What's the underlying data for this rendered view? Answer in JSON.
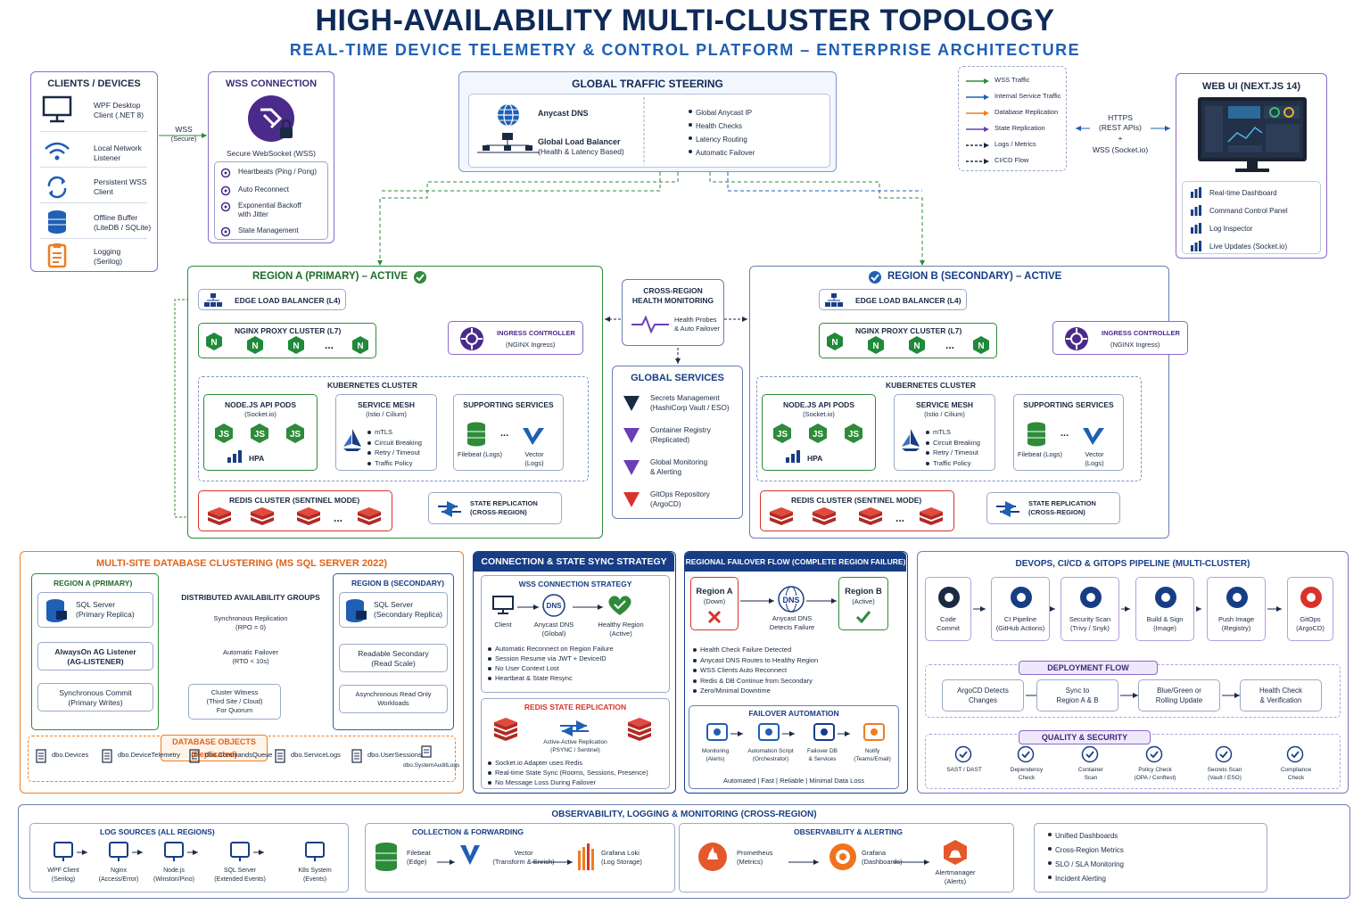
{
  "header": {
    "title": "HIGH-AVAILABILITY MULTI-CLUSTER TOPOLOGY",
    "subtitle": "REAL-TIME DEVICE TELEMETRY & CONTROL PLATFORM – ENTERPRISE ARCHITECTURE"
  },
  "clients": {
    "title": "CLIENTS / DEVICES",
    "items": [
      {
        "label": "WPF Desktop\nClient (.NET 8)",
        "icon": "desktop-monitor-icon"
      },
      {
        "label": "Local Network\nListener",
        "icon": "wifi-icon"
      },
      {
        "label": "Persistent WSS\nClient",
        "icon": "sync-icon"
      },
      {
        "label": "Offline Buffer\n(LiteDB / SQLite)",
        "icon": "database-icon"
      },
      {
        "label": "Logging\n(Serilog)",
        "icon": "clipboard-icon"
      }
    ]
  },
  "wss_link": {
    "label": "WSS",
    "sub": "(Secure)"
  },
  "wss_conn": {
    "title": "WSS CONNECTION",
    "main": "Secure WebSocket (WSS)",
    "items": [
      "Heartbeats (Ping / Pong)",
      "Auto Reconnect",
      "Exponential Backoff\nwith Jitter",
      "State Management"
    ]
  },
  "gts": {
    "title": "GLOBAL TRAFFIC STEERING",
    "dns": "Anycast DNS",
    "glb": "Global Load Balancer",
    "glb_sub": "(Health & Latency Based)",
    "bullets": [
      "Global Anycast IP",
      "Health Checks",
      "Latency Routing",
      "Automatic Failover"
    ]
  },
  "legend": {
    "items": [
      {
        "label": "WSS Traffic",
        "color": "#2e8b3a"
      },
      {
        "label": "Internal Service Traffic",
        "color": "#1f5fb5"
      },
      {
        "label": "Database Replication",
        "color": "#ee7d22"
      },
      {
        "label": "State Replication",
        "color": "#6a3fb5"
      },
      {
        "label": "Logs / Metrics",
        "color": "#1a2a44"
      },
      {
        "label": "CI/CD Flow",
        "color": "#1a2a44"
      }
    ]
  },
  "https_link": {
    "l1": "HTTPS",
    "l2": "(REST APIs)",
    "l3": "+",
    "l4": "WSS (Socket.io)"
  },
  "webui": {
    "title": "WEB UI (NEXT.JS 14)",
    "items": [
      "Real-time Dashboard",
      "Command Control Panel",
      "Log Inspector",
      "Live Updates (Socket.io)"
    ]
  },
  "regionA": {
    "title": "REGION A (PRIMARY)  –  ACTIVE",
    "elb": "EDGE LOAD BALANCER (L4)",
    "nginx": "NGINX PROXY CLUSTER (L7)",
    "ingress": "INGRESS CONTROLLER",
    "ingress_sub": "(NGINX Ingress)",
    "k8s": "KUBERNETES CLUSTER",
    "node": "NODE.JS API PODS",
    "node_sub": "(Socket.io)",
    "hpa": "HPA",
    "mesh": "SERVICE MESH",
    "mesh_sub": "(Istio / Cilium)",
    "mesh_items": [
      "mTLS",
      "Circuit Breaking",
      "Retry / Timeout",
      "Traffic Policy"
    ],
    "support": "SUPPORTING SERVICES",
    "filebeat": "Filebeat (Logs)",
    "vector": "Vector\n(Logs)",
    "redis": "REDIS CLUSTER (SENTINEL MODE)",
    "staterep": "STATE REPLICATION\n(CROSS-REGION)",
    "dots": "..."
  },
  "regionB": {
    "title": "REGION B (SECONDARY) – ACTIVE",
    "elb": "EDGE LOAD BALANCER (L4)",
    "nginx": "NGINX PROXY CLUSTER (L7)",
    "ingress": "INGRESS CONTROLLER",
    "ingress_sub": "(NGINX Ingress)",
    "k8s": "KUBERNETES CLUSTER",
    "node": "NODE.JS API PODS",
    "node_sub": "(Socket.io)",
    "hpa": "HPA",
    "mesh": "SERVICE MESH",
    "mesh_sub": "(Istio / Cilium)",
    "mesh_items": [
      "mTLS",
      "Circuit Breaking",
      "Retry / Timeout",
      "Traffic Policy"
    ],
    "support": "SUPPORTING SERVICES",
    "filebeat": "Filebeat (Logs)",
    "vector": "Vector\n(Logs)",
    "redis": "REDIS CLUSTER (SENTINEL MODE)",
    "staterep": "STATE REPLICATION\n(CROSS-REGION)",
    "dots": "..."
  },
  "crh": {
    "title": "CROSS-REGION\nHEALTH MONITORING",
    "sub": "Health Probes\n& Auto Failover"
  },
  "gsvc": {
    "title": "GLOBAL SERVICES",
    "items": [
      "Secrets Management\n(HashiCorp Vault / ESO)",
      "Container Registry\n(Replicated)",
      "Global Monitoring\n& Alerting",
      "GitOps Repository\n(ArgoCD)"
    ]
  },
  "db": {
    "title": "MULTI-SITE DATABASE CLUSTERING (MS SQL SERVER 2022)",
    "a_title": "REGION A (PRIMARY)",
    "a_sql": "SQL Server\n(Primary Replica)",
    "a_ag": "AlwaysOn AG Listener\n(AG-LISTENER)",
    "a_commit": "Synchronous Commit\n(Primary Writes)",
    "dag": "DISTRIBUTED AVAILABILITY GROUPS",
    "sync": "Synchronous Replication\n(RPO = 0)",
    "fail": "Automatic Failover\n(RTO < 10s)",
    "witness": "Cluster Witness\n(Third Site / Cloud)\nFor Quorum",
    "b_title": "REGION B (SECONDARY)",
    "b_sql": "SQL Server\n(Secondary Replica)",
    "b_read": "Readable Secondary\n(Read Scale)",
    "b_async": "Asynchronous Read Only\nWorkloads",
    "objects_title": "DATABASE OBJECTS (Replicated)",
    "objects": [
      "dbo.Devices",
      "dbo.DeviceTelemetry",
      "dbo.CommandsQueue",
      "dbo.ServiceLogs",
      "dbo.UserSessions",
      "dbo.SystemAuditLogs"
    ]
  },
  "sync": {
    "title": "CONNECTION & STATE SYNC STRATEGY",
    "wss_title": "WSS CONNECTION STRATEGY",
    "client": "Client",
    "dns": "Anycast DNS\n(Global)",
    "healthy": "Healthy Region\n(Active)",
    "bullets1": [
      "Automatic Reconnect on Region Failure",
      "Session Resume via JWT + DeviceID",
      "No User Context Lost",
      "Heartbeat & State Resync"
    ],
    "redis_title": "REDIS STATE REPLICATION",
    "aa": "Active-Active Replication\n(PSYNC / Sentinel)",
    "bullets2": [
      "Socket.io Adapter uses Redis",
      "Real-time State Sync (Rooms, Sessions, Presence)",
      "No Message Loss During Failover"
    ]
  },
  "failover": {
    "title": "REGIONAL FAILOVER FLOW (COMPLETE REGION FAILURE)",
    "ra": "Region A",
    "ra_sub": "(Down)",
    "dns": "Anycast DNS\nDetects Failure",
    "rb": "Region B",
    "rb_sub": "(Active)",
    "bullets": [
      "Health Check Failure Detected",
      "Anycast DNS Routes to Healthy Region",
      "WSS Clients Auto Reconnect",
      "Redis & DB Continue from Secondary",
      "Zero/Minimal Downtime"
    ],
    "auto_title": "FAILOVER AUTOMATION",
    "steps": [
      "Monitoring\n(Alerts)",
      "Automation Script\n(Orchestrator)",
      "Failover DB\n& Services",
      "Notify\n(Teams/Email)"
    ],
    "footer": "Automated  |  Fast  |  Reliable  |  Minimal Data Loss"
  },
  "devops": {
    "title": "DEVOPS, CI/CD & GITOPS PIPELINE   (MULTI-CLUSTER)",
    "steps": [
      "Code\nCommit",
      "CI Pipeline\n(GitHub Actions)",
      "Security Scan\n(Trivy / Snyk)",
      "Build & Sign\n(Image)",
      "Push Image\n(Registry)",
      "GitOps\n(ArgoCD)"
    ],
    "deploy_title": "DEPLOYMENT FLOW",
    "deploy": [
      "ArgoCD Detects\nChanges",
      "Sync to\nRegion A & B",
      "Blue/Green or\nRolling Update",
      "Health Check\n& Verification"
    ],
    "qs_title": "QUALITY & SECURITY",
    "qs": [
      "SAST / DAST",
      "Dependency\nCheck",
      "Container\nScan",
      "Policy Check\n(OPA / Conftest)",
      "Secrets Scan\n(Vault / ESO)",
      "Compliance\nCheck"
    ]
  },
  "obs": {
    "title": "OBSERVABILITY, LOGGING & MONITORING (CROSS-REGION)",
    "src_title": "LOG SOURCES (ALL REGIONS)",
    "sources": [
      "WPF Client\n(Serilog)",
      "Nginx\n(Access/Error)",
      "Node.js\n(Winston/Pino)",
      "SQL Server\n(Extended Events)",
      "K8s System\n(Events)"
    ],
    "col_title": "COLLECTION & FORWARDING",
    "filebeat": "Filebeat\n(Edge)",
    "vector": "Vector\n(Transform & Enrich)",
    "loki": "Grafana Loki\n(Log Storage)",
    "alert_title": "OBSERVABILITY & ALERTING",
    "prom": "Prometheus\n(Metrics)",
    "grafana": "Grafana\n(Dashboards)",
    "am": "Alertmanager\n(Alerts)",
    "bullets": [
      "Unified Dashboards",
      "Cross-Region Metrics",
      "SLO / SLA Monitoring",
      "Incident Alerting"
    ]
  },
  "colors": {
    "green": "#2e8b3a",
    "blue": "#1f5fb5",
    "orange": "#ee7d22",
    "purple": "#6a3fb5",
    "navy": "#173d85",
    "red": "#d9322b"
  }
}
